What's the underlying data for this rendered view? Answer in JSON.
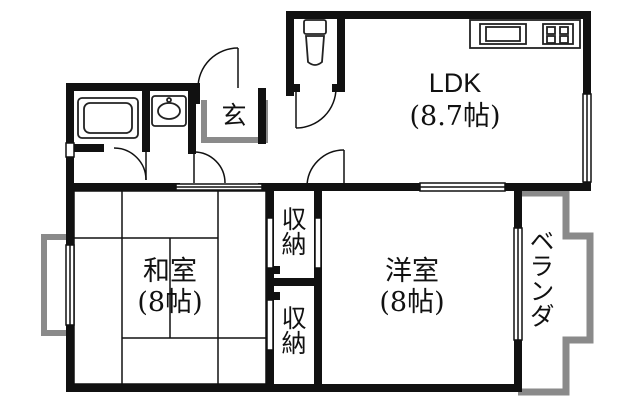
{
  "rooms": {
    "ldk": {
      "name": "LDK",
      "size": "(8.7帖)"
    },
    "washitsu": {
      "name": "和室",
      "size": "(8帖)"
    },
    "youshitsu": {
      "name": "洋室",
      "size": "(8帖)"
    },
    "genkan": {
      "name": "玄"
    },
    "closet_upper": {
      "name": "収納"
    },
    "closet_lower": {
      "name": "収納"
    },
    "veranda": {
      "name": "ベランダ"
    }
  },
  "colors": {
    "wall": "#111111",
    "balcony_wall": "#8a8a8a",
    "fixture": "#222222"
  }
}
